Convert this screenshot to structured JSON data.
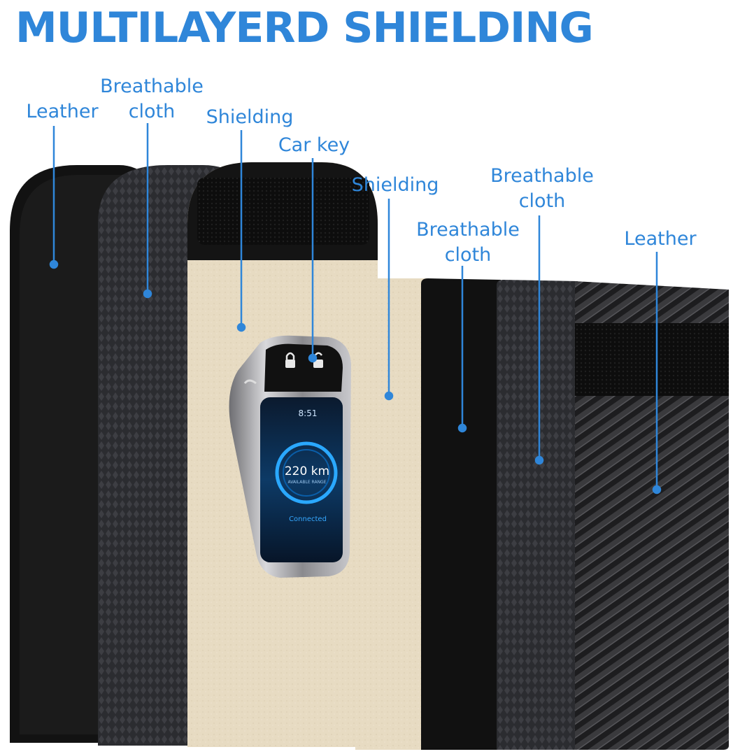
{
  "title": "MULTILAYERD SHIELDING",
  "layers": [
    {
      "label": "Leather",
      "icon": "leather-layer"
    },
    {
      "label": "Breathable\ncloth",
      "icon": "breathable-cloth-layer"
    },
    {
      "label": "Shielding",
      "icon": "shielding-layer"
    },
    {
      "label": "Car key",
      "icon": "car-key"
    },
    {
      "label": "Shielding",
      "icon": "shielding-layer"
    },
    {
      "label": "Breathable\ncloth",
      "icon": "breathable-cloth-layer"
    },
    {
      "label": "Breathable\ncloth",
      "icon": "breathable-cloth-layer"
    },
    {
      "label": "Leather",
      "icon": "leather-layer"
    }
  ],
  "key_screen": {
    "time": "8:51",
    "range": "220 km",
    "range_caption": "AVAILABLE RANGE",
    "status": "Connected"
  },
  "colors": {
    "accent": "#2f86d9",
    "leather": "#141414",
    "cloth": "#2a2b2e",
    "shielding": "#e6d9bf"
  }
}
